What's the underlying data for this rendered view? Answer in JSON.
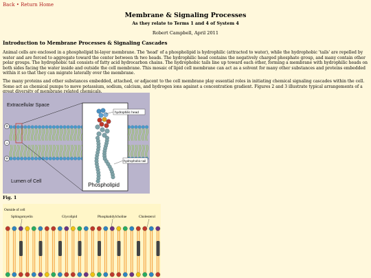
{
  "nav": {
    "back": "Back",
    "separator": "•",
    "home": "Return Home"
  },
  "header": {
    "title": "Membrane & Signaling Processes",
    "subtitle": "As they relate to Terms 1 and 4 of System 4",
    "byline": "Robert Campbell, April 2011"
  },
  "section": {
    "heading": "Introduction to Membrane Processes & Signaling Cascades",
    "paragraph1": "Animal cells are enclosed in a phospholipid bi-layer membrane. The 'head' of a phospholipid is hydrophilic (attracted to water), while the hydrophobic 'tails' are repelled by water and are forced to aggregate toward the center between th two heads. The hydrophilic head contains the negatively charged phosphate group, and many contain other polar groups. The hydrophobic tail consists of fatty acid hydrocarbon chains. The hydrophobic tails line up toward each other, forming a membrane with hydrophilic heads on both sides facing the water inside and outside the cell membrane. This mosaic of lipid cell membrane can act as a solvent for many other substances and proteins embedded within it so that they can migrate laterally over the membrane.",
    "paragraph2": "The many proteins and other substances embedded, attached, or adjacent to the cell membrane play essential roles in initiating chemical signaling cascades within the cell. Some act as chemical pumps to move potassium, sodium, calcium, and hydrogen ions against a concentration gradient. Figures 2 and 3 illustrate typical arrangements of a great diversity of membrane related chemicals."
  },
  "figure1": {
    "caption": "Fig. 1",
    "extracellular_label": "Extracellular Space",
    "lumen_label": "Lumen of Cell",
    "phospholipid_label": "Phospholipid",
    "head_label": "hydrophilic head",
    "tail_label": "hydrophobic tail",
    "sign_plus": "+",
    "sign_minus": "−",
    "colors": {
      "background": "#b9b4cc",
      "membrane": "#8bc34a",
      "heads": "#4a9acb"
    }
  },
  "figure2": {
    "outside_label": "Outside of cell",
    "labels": [
      "Sphingomyelin",
      "Glycolipid",
      "Phosphatidylcholine",
      "Cholesterol"
    ],
    "colors": {
      "background": "#fff6c8",
      "tails": "#f5a94a"
    }
  }
}
